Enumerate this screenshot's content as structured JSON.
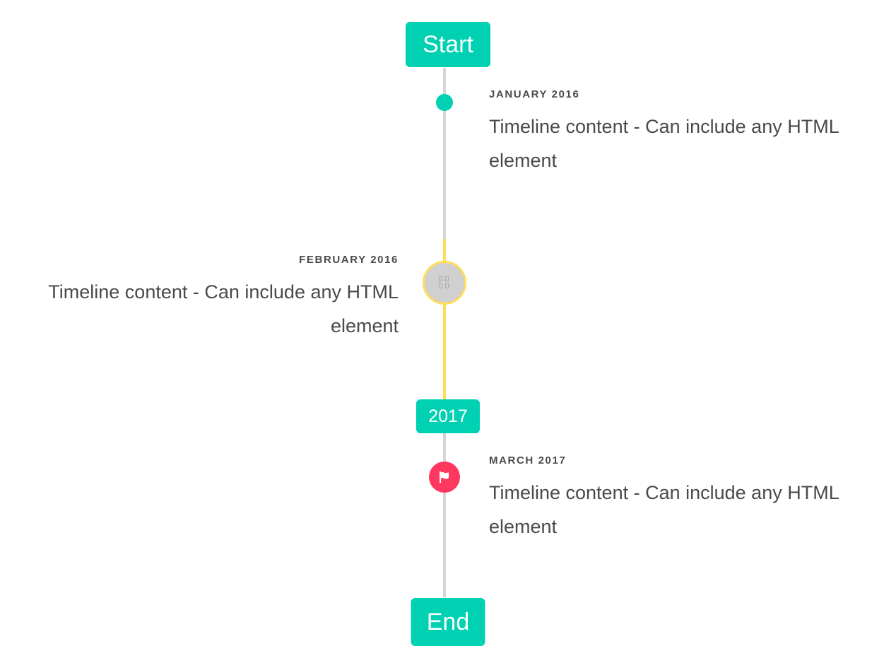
{
  "timeline": {
    "header_label": "Start",
    "footer_label": "End",
    "mid_marker_label": "2017",
    "colors": {
      "primary": "#00d1b2",
      "warning": "#ffdd57",
      "danger": "#ff3860",
      "rail": "#d5d5d5",
      "text": "#4a4a4a",
      "background": "#ffffff"
    },
    "items": [
      {
        "side": "right",
        "heading": "JANUARY 2016",
        "body": "Timeline content - Can include any HTML element",
        "marker_icon": "dot-icon",
        "marker_color": "#00d1b2"
      },
      {
        "side": "left",
        "heading": "FEBRUARY 2016",
        "body": "Timeline content - Can include any HTML element",
        "marker_icon": "missing-glyph-icon",
        "marker_color": "#ffdd57"
      },
      {
        "side": "right",
        "heading": "MARCH 2017",
        "body": "Timeline content - Can include any HTML element",
        "marker_icon": "flag-icon",
        "marker_color": "#ff3860"
      }
    ]
  }
}
